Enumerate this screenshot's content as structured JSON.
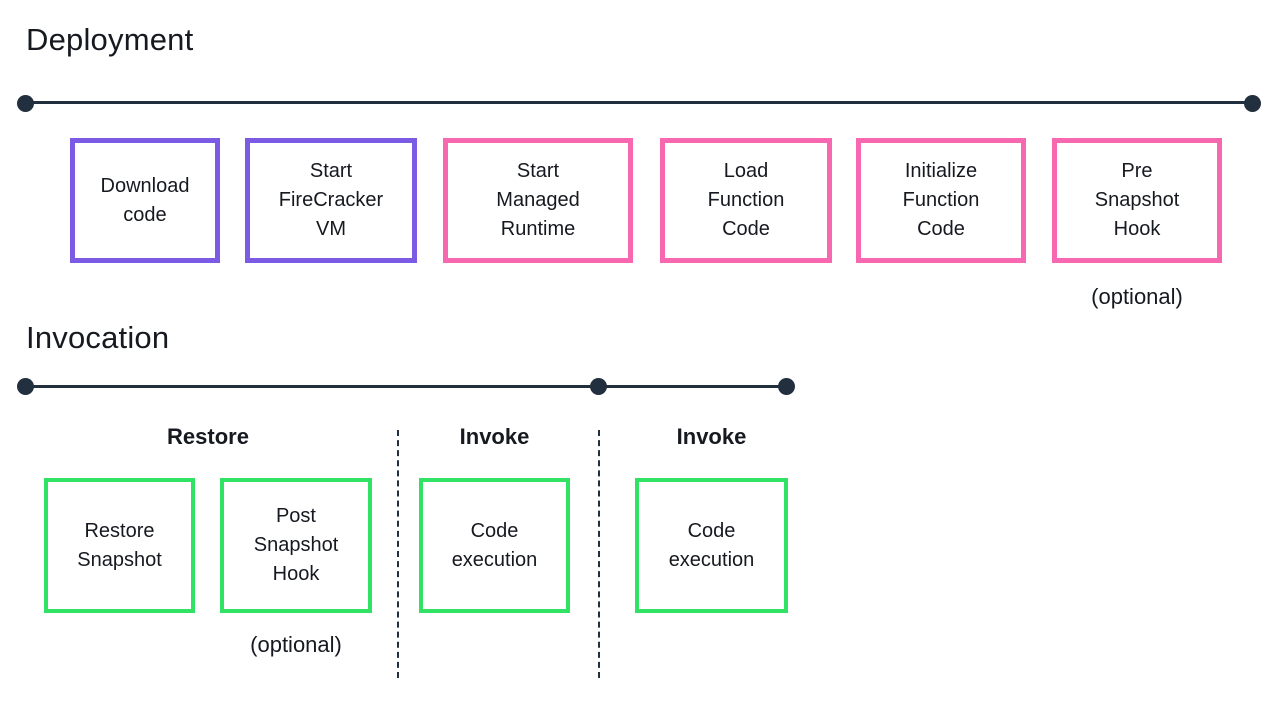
{
  "colors": {
    "purple_accent": "#7b5be4",
    "pink_accent": "#f768b1",
    "green_accent": "#31e264",
    "timeline": "#222f3e",
    "text": "#16191f"
  },
  "deployment": {
    "title": "Deployment",
    "steps": [
      {
        "label": "Download\ncode"
      },
      {
        "label": "Start\nFireCracker\nVM"
      },
      {
        "label": "Start\nManaged\nRuntime"
      },
      {
        "label": "Load\nFunction\nCode"
      },
      {
        "label": "Initialize\nFunction\nCode"
      },
      {
        "label": "Pre\nSnapshot\nHook"
      }
    ],
    "optional_note": "(optional)"
  },
  "invocation": {
    "title": "Invocation",
    "phases": [
      {
        "label": "Restore"
      },
      {
        "label": "Invoke"
      },
      {
        "label": "Invoke"
      }
    ],
    "steps": [
      {
        "label": "Restore\nSnapshot"
      },
      {
        "label": "Post\nSnapshot\nHook"
      },
      {
        "label": "Code\nexecution"
      },
      {
        "label": "Code\nexecution"
      }
    ],
    "optional_note": "(optional)"
  }
}
